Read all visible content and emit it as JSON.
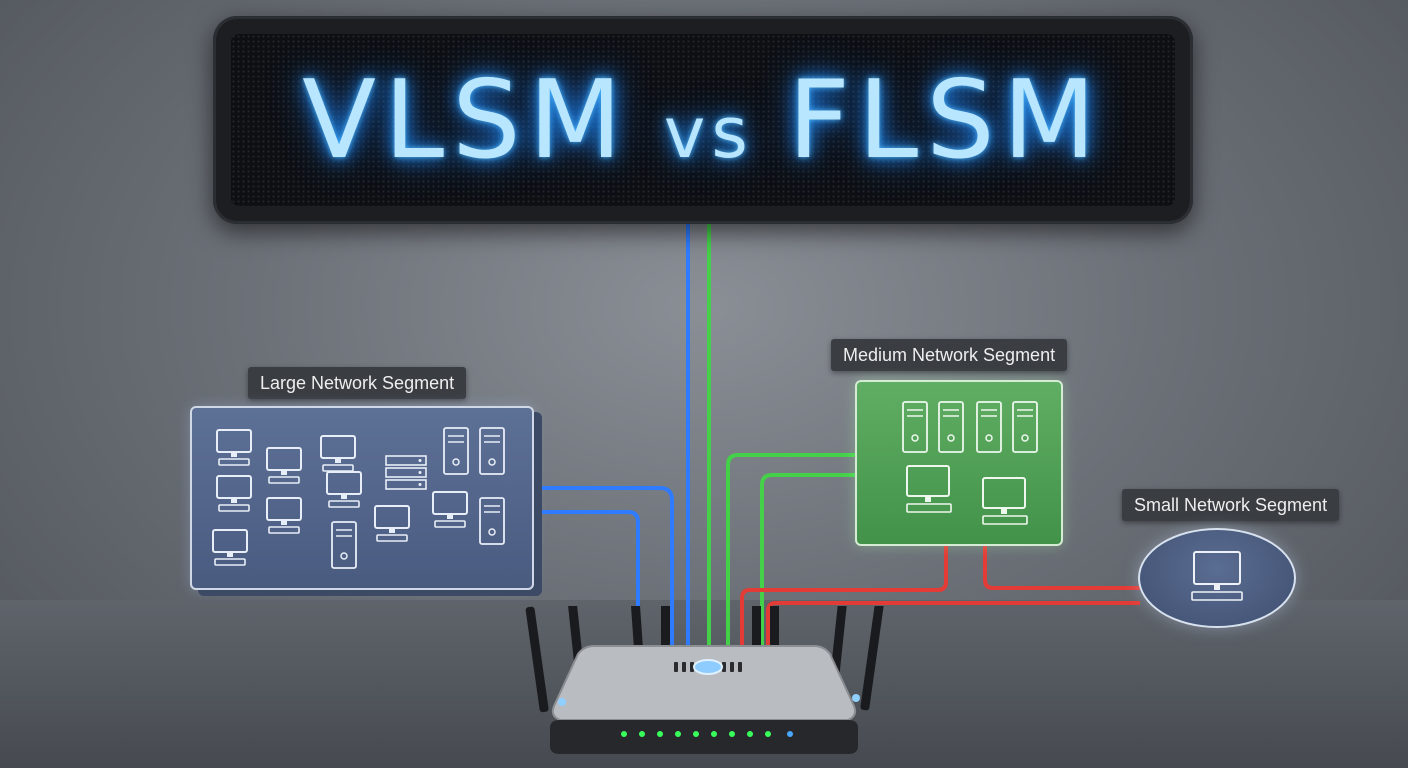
{
  "sign": {
    "title_left": "VLSM",
    "title_mid": "vs",
    "title_right": "FLSM"
  },
  "segments": {
    "large": {
      "label": "Large Network Segment"
    },
    "medium": {
      "label": "Medium Network Segment"
    },
    "small": {
      "label": "Small Network Segment"
    }
  },
  "colors": {
    "large_link": "#2f7bff",
    "medium_link": "#45d04a",
    "small_link": "#e33b36",
    "sign_glow": "#4fb8ff",
    "router_led": "#39ff5a"
  }
}
